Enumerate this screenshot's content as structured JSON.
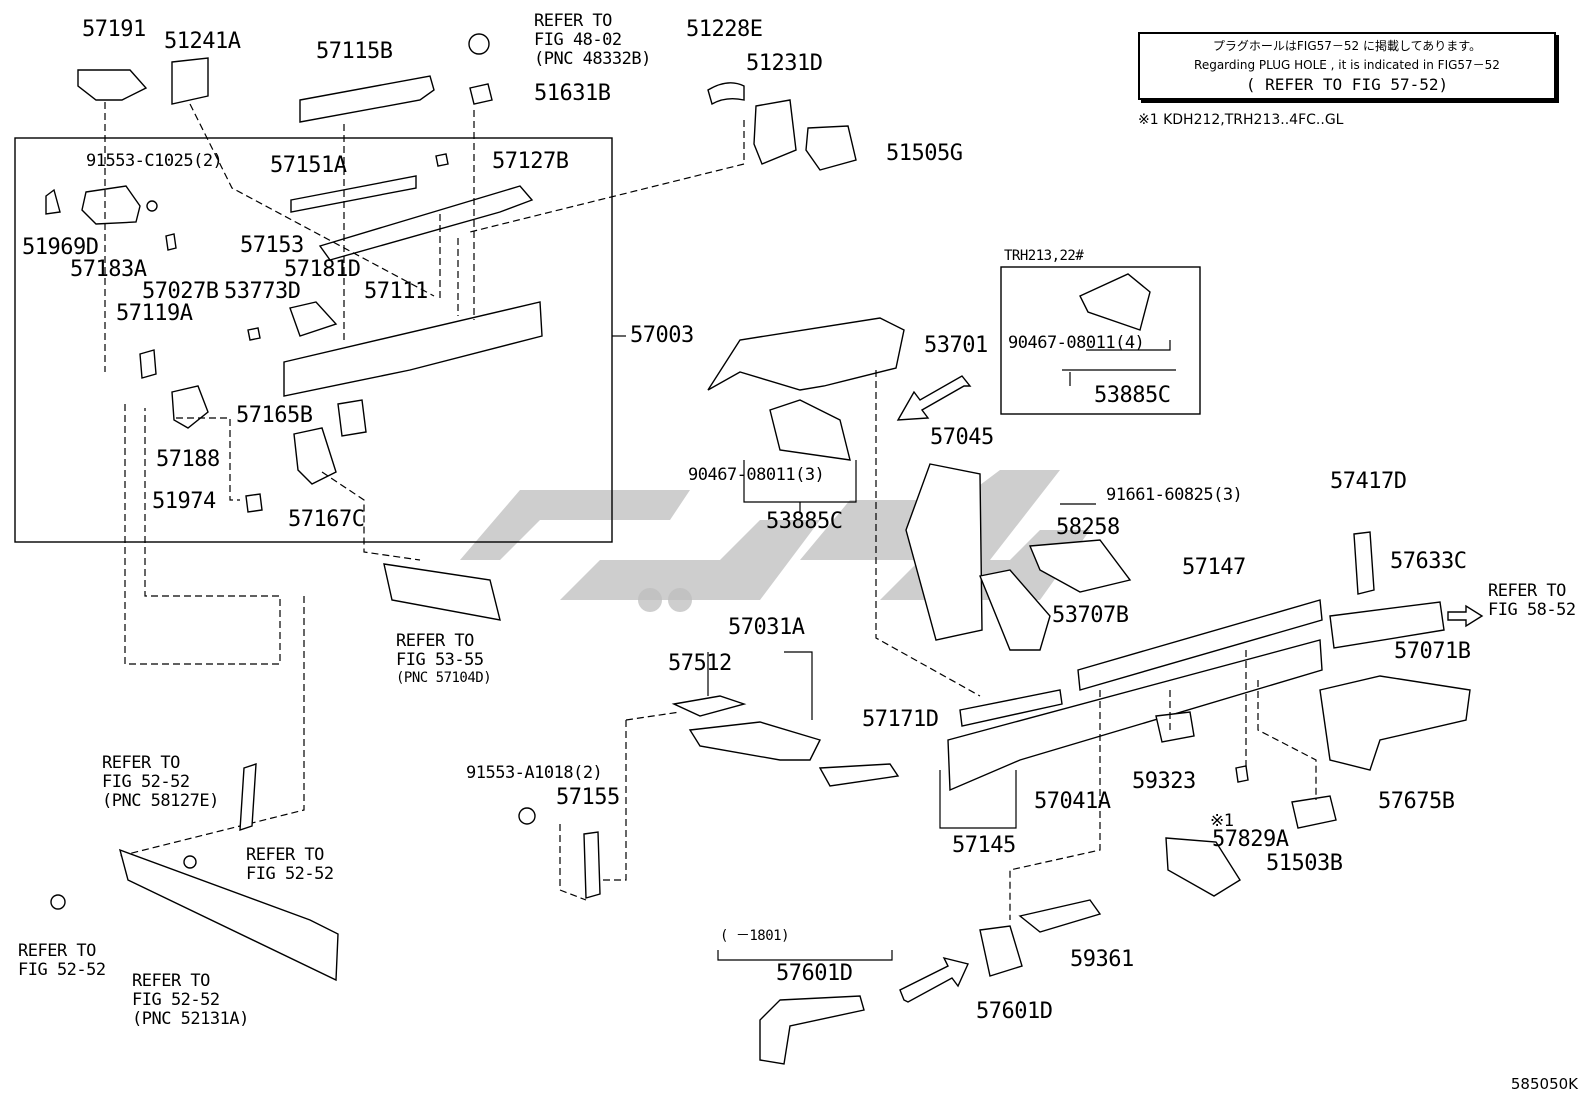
{
  "note": {
    "line1": "プラグホールはFIG57－52 に掲載してあります。",
    "line2": "Regarding  PLUG HOLE , it is indicated in FIG57－52",
    "line3": "( REFER TO FIG 57-52)"
  },
  "footnote": "※1 KDH212,TRH213..4FC..GL",
  "figure_id": "585050K",
  "inset_title": "TRH213,22#",
  "date_range": "(    －1801)",
  "marker_1": "※1",
  "labels": {
    "p57191": "57191",
    "p51241A": "51241A",
    "p57115B": "57115B",
    "p51631B": "51631B",
    "p51228E": "51228E",
    "p51231D": "51231D",
    "p51505G": "51505G",
    "p91553C": "91553-C1025(2)",
    "p57127B": "57127B",
    "p57151A": "57151A",
    "p51969D": "51969D",
    "p57183A": "57183A",
    "p57153": "57153",
    "p57181D": "57181D",
    "p57027B": "57027B",
    "p53773D": "53773D",
    "p57111": "57111",
    "p57119A": "57119A",
    "p57003": "57003",
    "p57165B": "57165B",
    "p57188": "57188",
    "p51974": "51974",
    "p57167C": "57167C",
    "p53701": "53701",
    "p90467a": "90467-08011(4)",
    "p53885Ca": "53885C",
    "p90467b": "90467-08011(3)",
    "p53885Cb": "53885C",
    "p57045": "57045",
    "p91661": "91661-60825(3)",
    "p58258": "58258",
    "p57417D": "57417D",
    "p57147": "57147",
    "p57633C": "57633C",
    "p53707B": "53707B",
    "p57031A": "57031A",
    "p57512": "57512",
    "p57071B": "57071B",
    "p57171D": "57171D",
    "p91553A": "91553-A1018(2)",
    "p57155": "57155",
    "p59323": "59323",
    "p57041A": "57041A",
    "p57675B": "57675B",
    "p57829A": "57829A",
    "p57145": "57145",
    "p51503B": "51503B",
    "p59361": "59361",
    "p57601Da": "57601D",
    "p57601Db": "57601D"
  },
  "refs": {
    "r48": [
      "REFER TO",
      "FIG 48-02",
      "(PNC 48332B)"
    ],
    "r5355": [
      "REFER TO",
      "FIG 53-55",
      "(PNC 57104D)"
    ],
    "r58": [
      "REFER TO",
      "FIG 58-52"
    ],
    "r5252a": [
      "REFER TO",
      "FIG 52-52",
      "(PNC 58127E)"
    ],
    "r5252b": [
      "REFER TO",
      "FIG 52-52"
    ],
    "r5252c": [
      "REFER TO",
      "FIG 52-52"
    ],
    "r5252d": [
      "REFER TO",
      "FIG 52-52",
      "(PNC 52131A)"
    ]
  }
}
